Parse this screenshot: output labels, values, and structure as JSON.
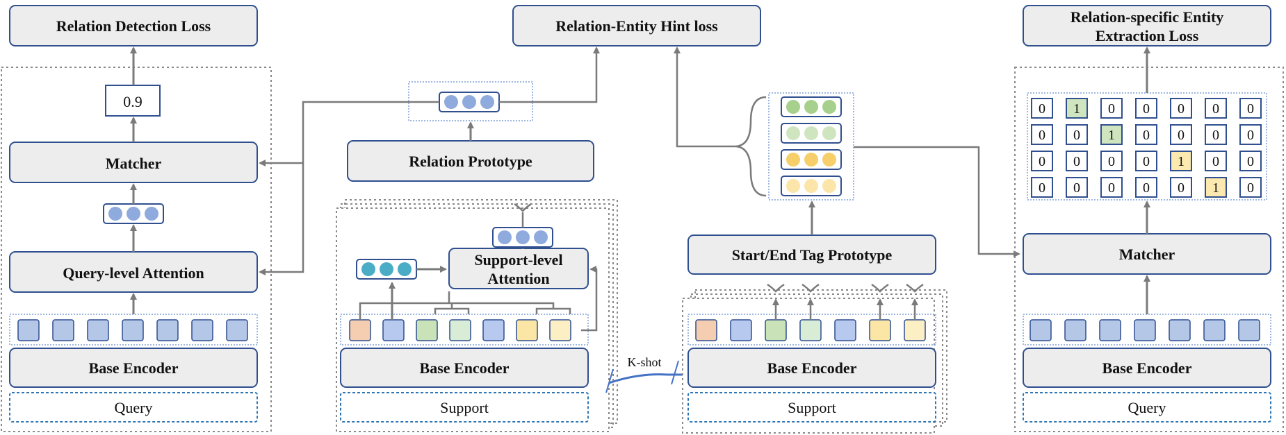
{
  "losses": {
    "relation_detection": "Relation Detection Loss",
    "relation_entity_hint": "Relation-Entity Hint loss",
    "entity_extraction_line1": "Relation-specific Entity",
    "entity_extraction_line2": "Extraction  Loss"
  },
  "left_panel": {
    "score": "0.9",
    "matcher": "Matcher",
    "query_attention": "Query-level Attention",
    "encoder": "Base Encoder",
    "input": "Query"
  },
  "middle_panel": {
    "relation_prototype": "Relation Prototype",
    "support_attention_line1": "Support-level",
    "support_attention_line2": "Attention",
    "encoder": "Base Encoder",
    "input": "Support",
    "token_colors": [
      "#f5cdb0",
      "#b7c9ee",
      "#c9e2b7",
      "#d9ecd5",
      "#b7c9ee",
      "#fbe6a6",
      "#fbefc3"
    ]
  },
  "kshot": {
    "label": "K-shot"
  },
  "tag_panel": {
    "prototype": "Start/End Tag Prototype",
    "encoder": "Base Encoder",
    "input": "Support",
    "token_colors": [
      "#f5cdb0",
      "#b7c9ee",
      "#c9e2b7",
      "#d9ecd5",
      "#b7c9ee",
      "#fbe6a6",
      "#fbefc3"
    ],
    "tag_colors": [
      "#a7d08c",
      "#cfe5bf",
      "#f6ce6a",
      "#fbe5a8"
    ]
  },
  "right_panel": {
    "matcher": "Matcher",
    "encoder": "Base Encoder",
    "input": "Query",
    "matrix": [
      [
        "0",
        "1",
        "0",
        "0",
        "0",
        "0",
        "0"
      ],
      [
        "0",
        "0",
        "1",
        "0",
        "0",
        "0",
        "0"
      ],
      [
        "0",
        "0",
        "0",
        "0",
        "1",
        "0",
        "0"
      ],
      [
        "0",
        "0",
        "0",
        "0",
        "0",
        "1",
        "0"
      ]
    ],
    "highlight_colors": {
      "green": "#cfe5bf",
      "yellow": "#fbe9b0"
    }
  },
  "colors": {
    "box_fill": "#ededed",
    "box_stroke": "#2f4f8f",
    "arrow": "#7a7a7a",
    "dotted_border": "#888888",
    "input_border": "#2e75b6",
    "token_blue": "#b4c7e7",
    "dot_blue": "#8faadc",
    "dot_teal": "#4bacc6"
  }
}
